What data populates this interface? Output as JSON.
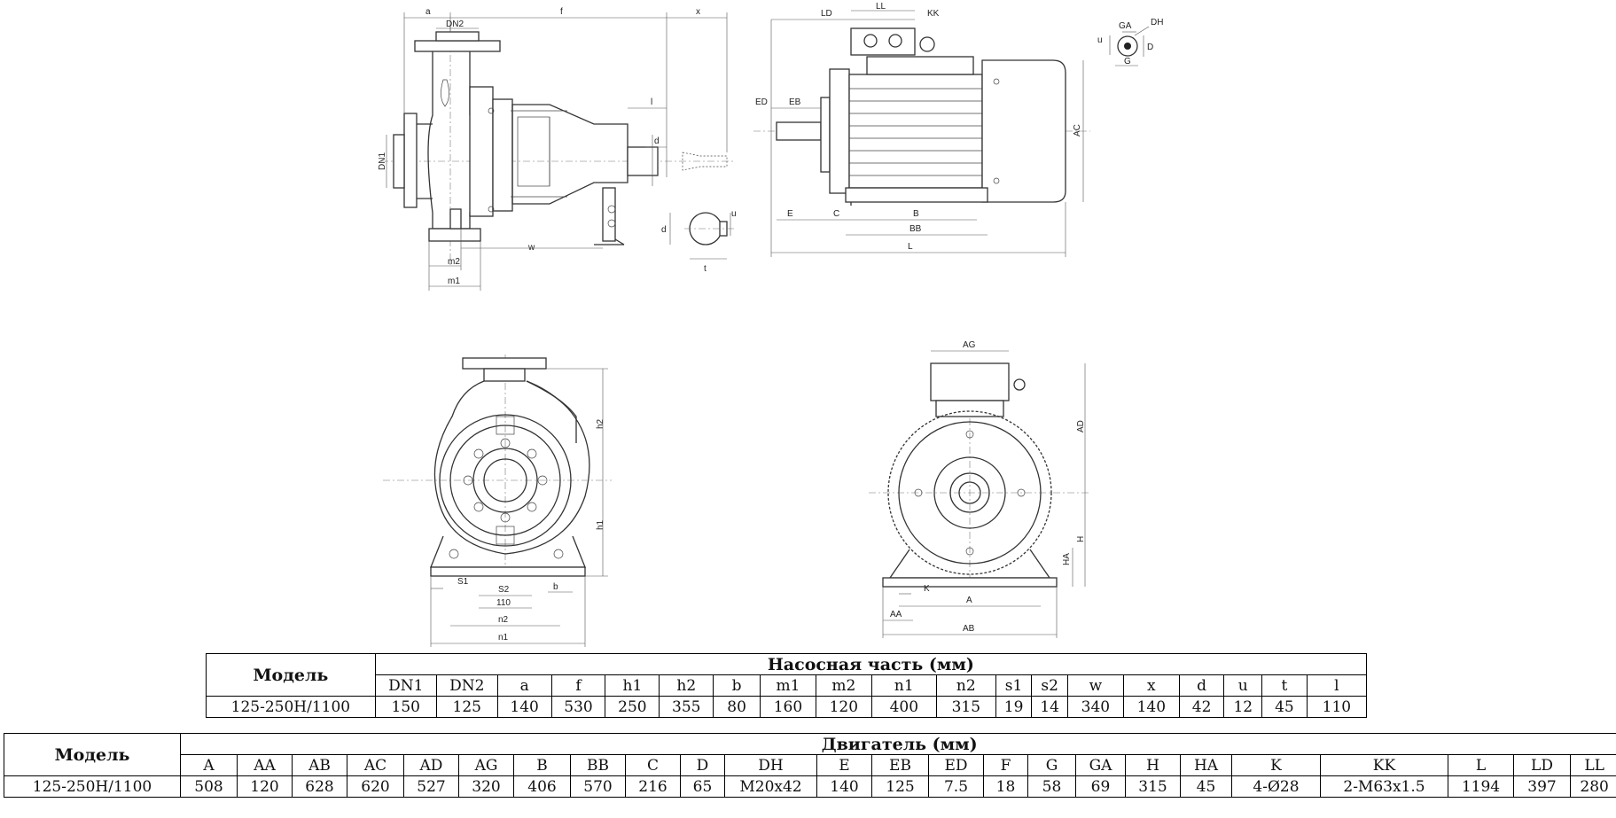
{
  "drawing_labels": {
    "side": {
      "a": "a",
      "DN2": "DN2",
      "f": "f",
      "x": "x",
      "l": "l",
      "d": "d",
      "DN1": "DN1",
      "w": "w",
      "m2": "m2",
      "m1": "m1"
    },
    "shaft_section": {
      "d": "d",
      "u": "u",
      "t": "t"
    },
    "motor_side": {
      "LD": "LD",
      "LL": "LL",
      "KK": "KK",
      "ED": "ED",
      "EB": "EB",
      "AC": "AC",
      "E": "E",
      "C": "C",
      "B": "B",
      "BB": "BB",
      "L": "L"
    },
    "key_detail": {
      "GA": "GA",
      "DH": "DH",
      "u": "u",
      "D": "D",
      "G": "G"
    },
    "pump_front": {
      "h2": "h2",
      "h1": "h1",
      "S1": "S1",
      "S2": "S2",
      "d110": "110",
      "b": "b",
      "n2": "n2",
      "n1": "n1"
    },
    "motor_front": {
      "AG": "AG",
      "AD": "AD",
      "H": "H",
      "HA": "HA",
      "K": "K",
      "A": "A",
      "AA": "AA",
      "AB": "AB"
    }
  },
  "pump_table": {
    "model_header": "Модель",
    "group_header": "Насосная часть (мм)",
    "columns": [
      "DN1",
      "DN2",
      "a",
      "f",
      "h1",
      "h2",
      "b",
      "m1",
      "m2",
      "n1",
      "n2",
      "s1",
      "s2",
      "w",
      "x",
      "d",
      "u",
      "t",
      "l"
    ],
    "model": "125-250H/1100",
    "values": [
      "150",
      "125",
      "140",
      "530",
      "250",
      "355",
      "80",
      "160",
      "120",
      "400",
      "315",
      "19",
      "14",
      "340",
      "140",
      "42",
      "12",
      "45",
      "110"
    ]
  },
  "motor_table": {
    "model_header": "Модель",
    "group_header": "Двигатель (мм)",
    "columns": [
      "A",
      "AA",
      "AB",
      "AC",
      "AD",
      "AG",
      "B",
      "BB",
      "C",
      "D",
      "DH",
      "E",
      "EB",
      "ED",
      "F",
      "G",
      "GA",
      "H",
      "HA",
      "K",
      "KK",
      "L",
      "LD",
      "LL"
    ],
    "model": "125-250H/1100",
    "values": [
      "508",
      "120",
      "628",
      "620",
      "527",
      "320",
      "406",
      "570",
      "216",
      "65",
      "M20x42",
      "140",
      "125",
      "7.5",
      "18",
      "58",
      "69",
      "315",
      "45",
      "4-Ø28",
      "2-M63x1.5",
      "1194",
      "397",
      "280"
    ]
  }
}
